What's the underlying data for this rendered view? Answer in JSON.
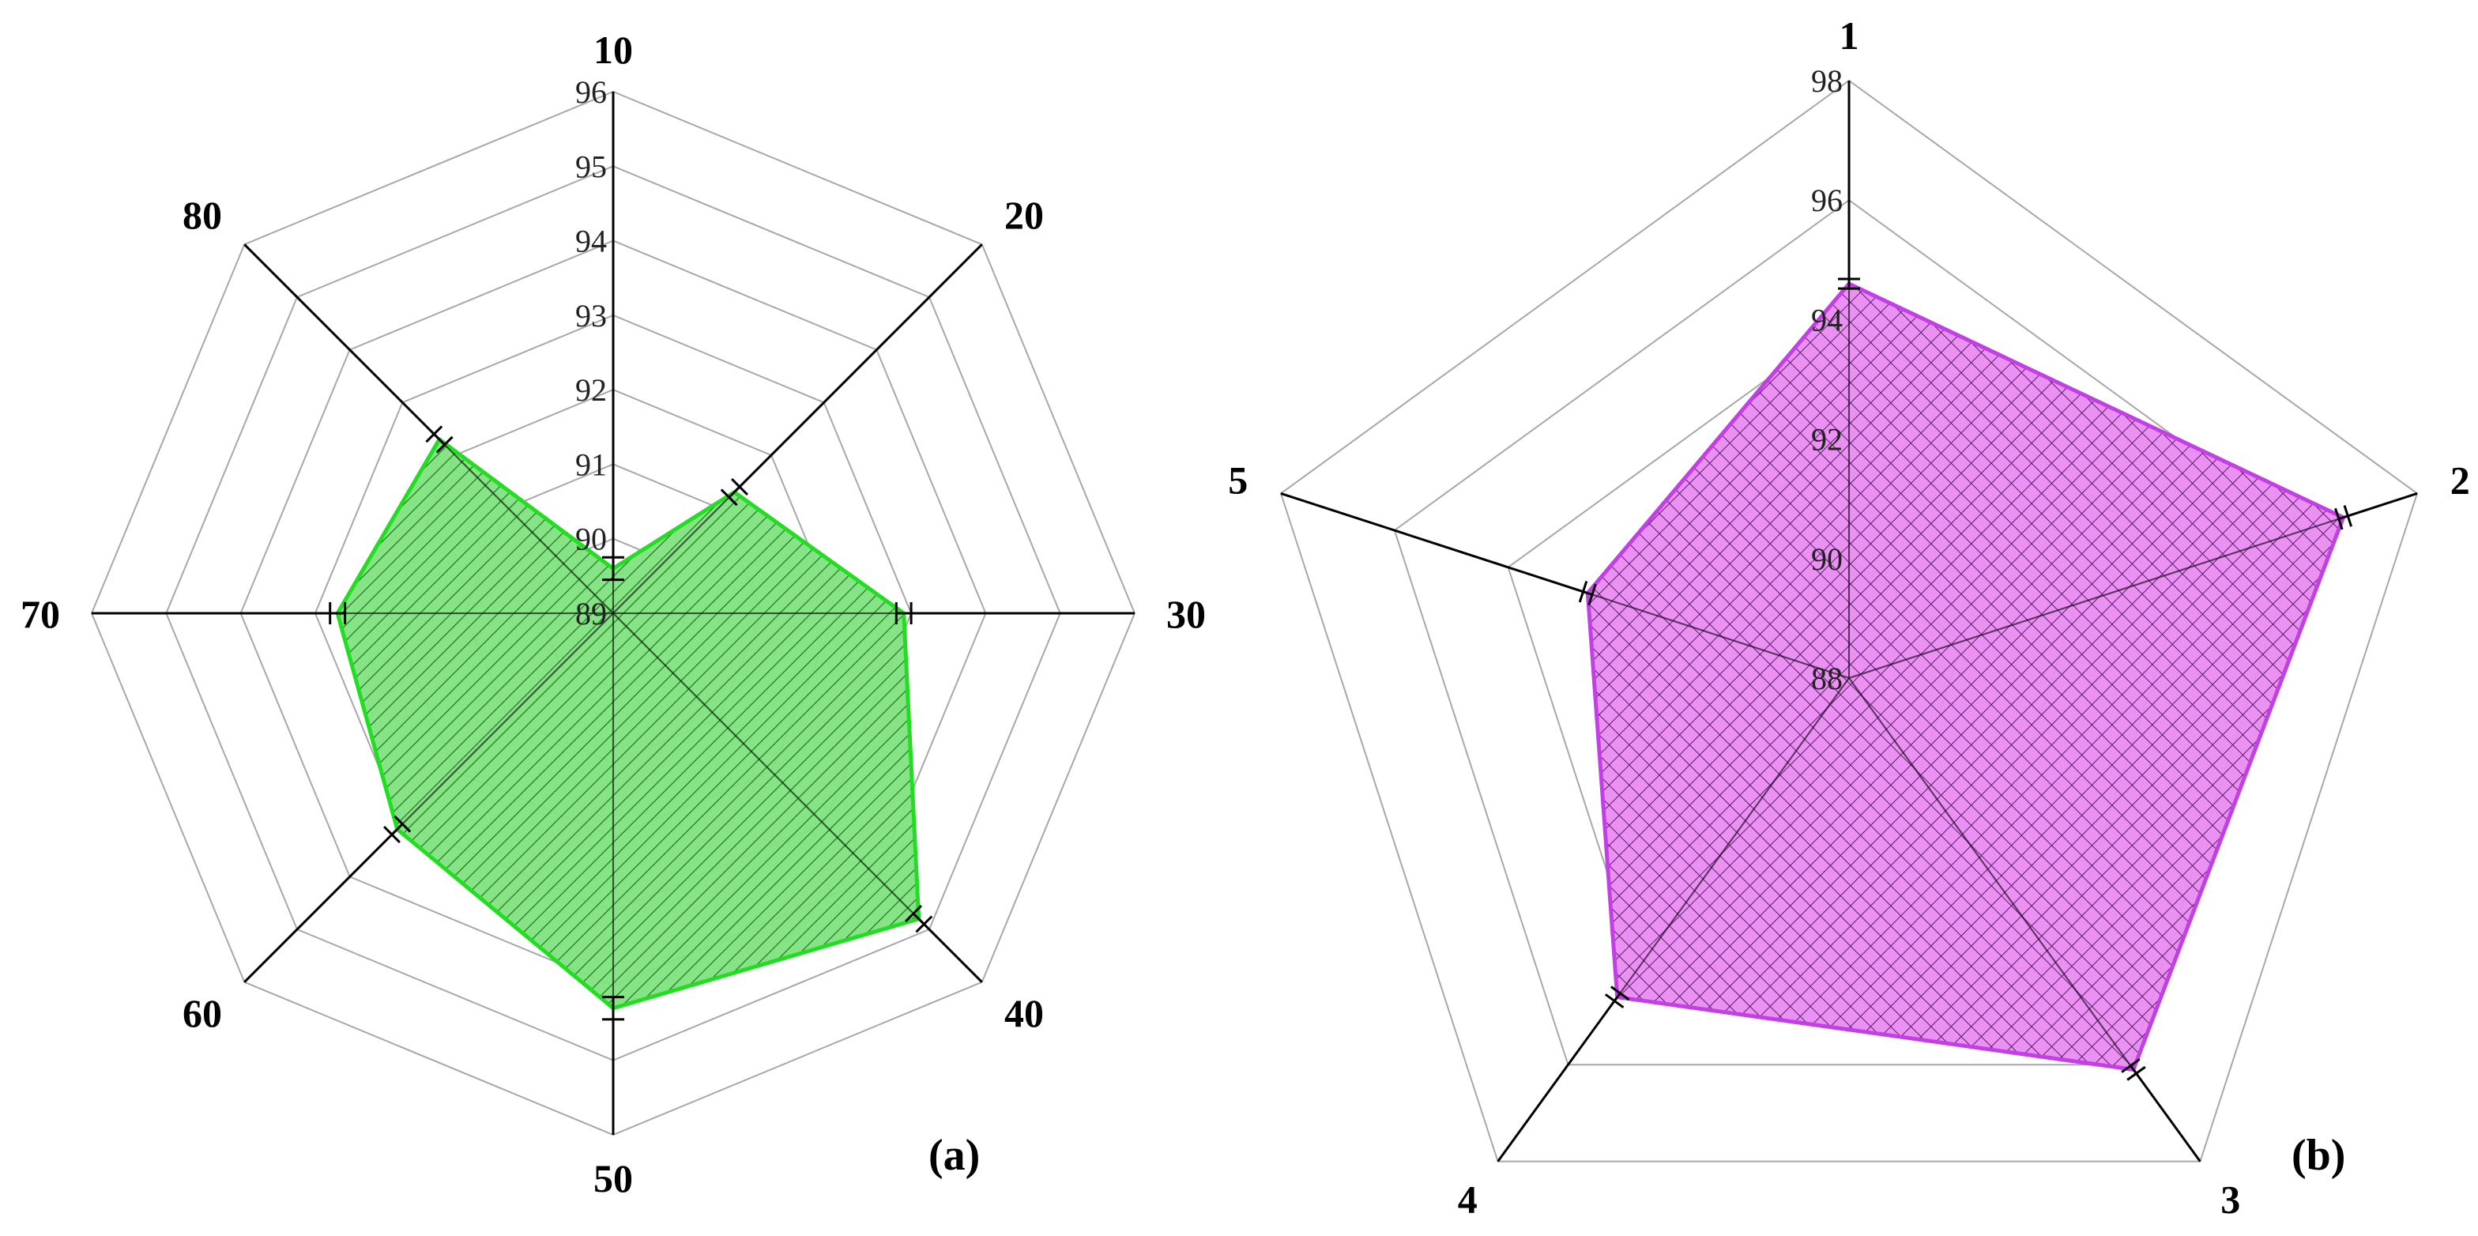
{
  "chart_data": [
    {
      "type": "radar",
      "panel_label": "(a)",
      "axes": [
        "10",
        "20",
        "30",
        "40",
        "50",
        "60",
        "70",
        "80"
      ],
      "rlim": [
        89,
        96
      ],
      "ticks": [
        "89",
        "90",
        "91",
        "92",
        "93",
        "94",
        "95",
        "96"
      ],
      "values": [
        89.6,
        91.3,
        92.9,
        94.8,
        94.3,
        93.1,
        92.7,
        92.3
      ],
      "error": [
        0.15,
        0.1,
        0.1,
        0.1,
        0.15,
        0.1,
        0.1,
        0.1
      ],
      "grid": true,
      "colors": {
        "fill": "#7fe27f",
        "stroke": "#22dd22",
        "hatch": "#1f7a1f"
      }
    },
    {
      "type": "radar",
      "panel_label": "(b)",
      "axes": [
        "1",
        "2",
        "3",
        "4",
        "5"
      ],
      "rlim": [
        88,
        98
      ],
      "ticks": [
        "88",
        "90",
        "92",
        "94",
        "96",
        "98"
      ],
      "values": [
        94.6,
        96.7,
        96.1,
        94.6,
        92.6
      ],
      "error": [
        0.08,
        0.08,
        0.08,
        0.08,
        0.08
      ],
      "grid": true,
      "colors": {
        "fill": "#ea8bf2",
        "stroke": "#c23fe6",
        "hatch": "#5a1a6b"
      }
    }
  ]
}
